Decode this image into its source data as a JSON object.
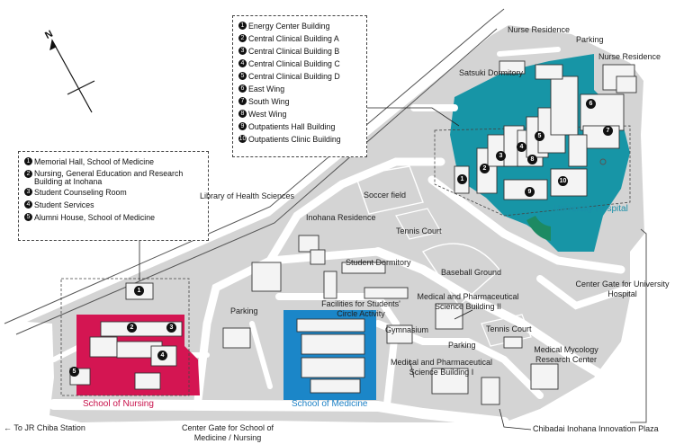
{
  "legend_hospital": [
    {
      "num": "1",
      "label": "Energy Center Building"
    },
    {
      "num": "2",
      "label": "Central Clinical Building A"
    },
    {
      "num": "3",
      "label": "Central Clinical Building B"
    },
    {
      "num": "4",
      "label": "Central Clinical Building C"
    },
    {
      "num": "5",
      "label": "Central Clinical Building D"
    },
    {
      "num": "6",
      "label": "East Wing"
    },
    {
      "num": "7",
      "label": "South Wing"
    },
    {
      "num": "8",
      "label": "West Wing"
    },
    {
      "num": "9",
      "label": "Outpatients Hall Building"
    },
    {
      "num": "10",
      "label": "Outpatients Clinic Building"
    }
  ],
  "legend_school": [
    {
      "num": "1",
      "label": "Memorial Hall, School of Medicine"
    },
    {
      "num": "2",
      "label": "Nursing, General Education and Research Building at Inohana"
    },
    {
      "num": "3",
      "label": "Student Counseling Room"
    },
    {
      "num": "4",
      "label": "Student Services"
    },
    {
      "num": "5",
      "label": "Alumni House, School of Medicine"
    }
  ],
  "compass": {
    "letter": "N"
  },
  "labels": {
    "nurse_residence": "Nurse Residence",
    "parking_top": "Parking",
    "nurse_residence_2": "Nurse Residence",
    "satsuki": "Satsuki Dormitory",
    "library": "Library of Health Sciences",
    "soccer": "Soccer field",
    "inohana_residence": "Inohana Residence",
    "tennis_top": "Tennis Court",
    "university_hospital": "University Hospital",
    "student_dorm": "Student Dormitory",
    "baseball": "Baseball Ground",
    "facilities": "Facilities for Students' Circle Activity",
    "med_pharm_2": "Medical and Pharmaceutical Science Building II",
    "parking_left": "Parking",
    "gymnasium": "Gymnasium",
    "tennis_bottom": "Tennis Court",
    "parking_bottom": "Parking",
    "mycology": "Medical Mycology Research Center",
    "med_pharm_1": "Medical and Pharmaceutical Science Building I",
    "center_gate_hospital": "Center Gate for University Hospital",
    "school_nursing": "School of Nursing",
    "school_medicine": "School of Medicine",
    "to_jr": "← To JR Chiba Station",
    "center_gate_school": "Center Gate for School of Medicine / Nursing",
    "innovation_plaza": "Chibadai Inohana Innovation Plaza"
  },
  "marker_numbers": {
    "h1": "1",
    "h2": "2",
    "h3": "3",
    "h4": "4",
    "h5": "5",
    "h6": "6",
    "h7": "7",
    "h8": "8",
    "h9": "9",
    "h10": "10",
    "s1": "1",
    "s2": "2",
    "s3": "3",
    "s4": "4",
    "s5": "5"
  },
  "colors": {
    "ground": "#d4d4d4",
    "road": "#ffffff",
    "hospital": "#1795a6",
    "nursing": "#d41552",
    "medicine": "#1b86c8",
    "building": "#f4f4f4",
    "building_edge": "#333333"
  }
}
